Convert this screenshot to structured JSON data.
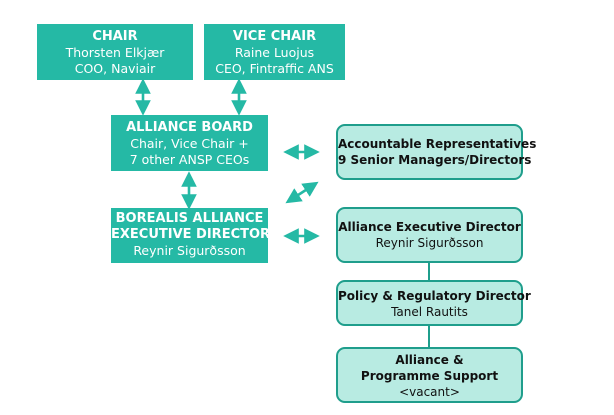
{
  "colors": {
    "solid_box": "#25b9a5",
    "outline_fill": "#b8ebe2",
    "outline_border": "#1f9e8c",
    "arrow": "#25b9a5"
  },
  "chair": {
    "title": "CHAIR",
    "line1": "Thorsten Elkjær",
    "line2": "COO, Naviair"
  },
  "vice_chair": {
    "title": "VICE CHAIR",
    "line1": "Raine Luojus",
    "line2": "CEO, Fintraffic ANS"
  },
  "board": {
    "title": "ALLIANCE BOARD",
    "line1": "Chair, Vice Chair +",
    "line2": "7 other ANSP CEOs"
  },
  "executive": {
    "title1": "BOREALIS ALLIANCE",
    "title2": "EXECUTIVE DIRECTOR",
    "line1": "Reynir Sigurðsson"
  },
  "accountable": {
    "title1": "Accountable Representatives",
    "title2": "9 Senior Managers/Directors"
  },
  "exec_director": {
    "title": "Alliance Executive Director",
    "line1": "Reynir Sigurðsson"
  },
  "policy": {
    "title": "Policy & Regulatory Director",
    "line1": "Tanel Rautits"
  },
  "support": {
    "title1": "Alliance &",
    "title2": "Programme Support",
    "line1": "<vacant>"
  },
  "arrow_icon": "double-headed-arrow"
}
